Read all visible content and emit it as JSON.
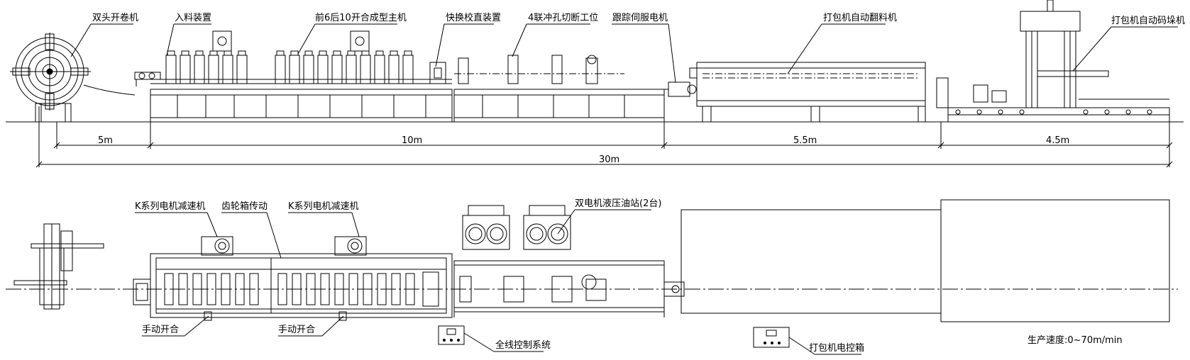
{
  "labels": {
    "decoiler": "双头开卷机",
    "feeding": "入料装置",
    "forming_main": "前6后10开合成型主机",
    "straightener": "快换校直装置",
    "punch_cut": "4联冲孔切断工位",
    "servo": "跟踪伺服电机",
    "flip": "打包机自动翻料机",
    "stacker": "打包机自动码垛机",
    "k_reducer_1": "K系列电机减速机",
    "gearbox": "齿轮箱传动",
    "k_reducer_2": "K系列电机减速机",
    "hydraulic": "双电机液压油站(2台)",
    "manual_open_1": "手动开合",
    "manual_open_2": "手动开合",
    "control_system": "全线控制系统",
    "packer_control": "打包机电控箱",
    "speed": "生产速度:0~70m/min"
  },
  "dimensions": {
    "d1": "5m",
    "d2": "10m",
    "d3": "5.5m",
    "d4": "4.5m",
    "total": "30m"
  }
}
